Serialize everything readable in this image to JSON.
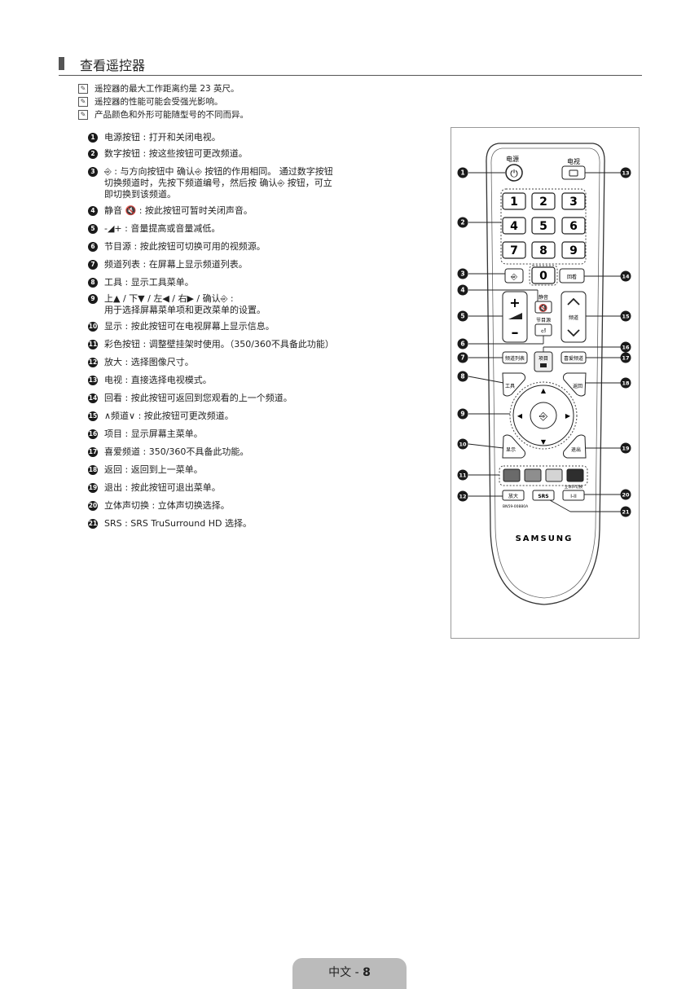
{
  "title": "查看遥控器",
  "notes": [
    "遥控器的最大工作距离约是 23 英尺。",
    "遥控器的性能可能会受强光影响。",
    "产品颜色和外形可能随型号的不同而异。"
  ],
  "items": [
    {
      "n": "1",
      "t": "电源按钮 : 打开和关闭电视。"
    },
    {
      "n": "2",
      "t": "数字按钮 : 按这些按钮可更改频道。"
    },
    {
      "n": "3",
      "t": "⎆ : 与方向按钮中 确认⎆ 按钮的作用相同。 通过数字按钮\n切换频道时，先按下频道编号，然后按 确认⎆ 按钮，可立\n即切换到该频道。"
    },
    {
      "n": "4",
      "t": "静音 🔇 : 按此按钮可暂时关闭声音。"
    },
    {
      "n": "5",
      "t": "-◢+ : 音量提高或音量减低。"
    },
    {
      "n": "6",
      "t": "节目源 : 按此按钮可切换可用的视频源。"
    },
    {
      "n": "7",
      "t": "频道列表 : 在屏幕上显示频道列表。"
    },
    {
      "n": "8",
      "t": "工具 : 显示工具菜单。"
    },
    {
      "n": "9",
      "t": "上▲ / 下▼ / 左◀ / 右▶ / 确认⎆ :\n用于选择屏幕菜单项和更改菜单的设置。"
    },
    {
      "n": "10",
      "t": "显示 : 按此按钮可在电视屏幕上显示信息。"
    },
    {
      "n": "11",
      "t": "彩色按钮 : 调整壁挂架时使用。（350/360不具备此功能）"
    },
    {
      "n": "12",
      "t": "放大 : 选择图像尺寸。"
    },
    {
      "n": "13",
      "t": "电视 : 直接选择电视模式。"
    },
    {
      "n": "14",
      "t": "回看 : 按此按钮可返回到您观看的上一个频道。"
    },
    {
      "n": "15",
      "t": "∧频道∨ : 按此按钮可更改频道。"
    },
    {
      "n": "16",
      "t": "项目 : 显示屏幕主菜单。"
    },
    {
      "n": "17",
      "t": "喜爱频道 : 350/360不具备此功能。"
    },
    {
      "n": "18",
      "t": "返回 : 返回到上一菜单。"
    },
    {
      "n": "19",
      "t": "退出 : 按此按钮可退出菜单。"
    },
    {
      "n": "20",
      "t": "立体声切换 : 立体声切换选择。"
    },
    {
      "n": "21",
      "t": "SRS : SRS TruSurround HD 选择。"
    }
  ],
  "remote": {
    "power_label": "电源",
    "tv_label": "电视",
    "digits": [
      "1",
      "2",
      "3",
      "4",
      "5",
      "6",
      "7",
      "8",
      "9",
      "0"
    ],
    "prech_label": "回看",
    "mute_label": "静音",
    "source_label": "节目源",
    "ch_label": "频道",
    "chlist_label": "频道列表",
    "menu_label": "项目",
    "fav_label": "喜爱频道",
    "tools_label": "工具",
    "return_label": "返回",
    "info_label": "显示",
    "exit_label": "退出",
    "zoom_label": "放大",
    "srs_label": "SRS",
    "dual_top_label": "立体声切换",
    "dual_label": "I-II",
    "model": "BN59-00880A",
    "brand": "SAMSUNG",
    "color_buttons": [
      "#6a6a6a",
      "#8e8e8e",
      "#d4d4d4",
      "#2e2e2e"
    ]
  },
  "footer": {
    "lang": "中文 - ",
    "page": "8"
  }
}
